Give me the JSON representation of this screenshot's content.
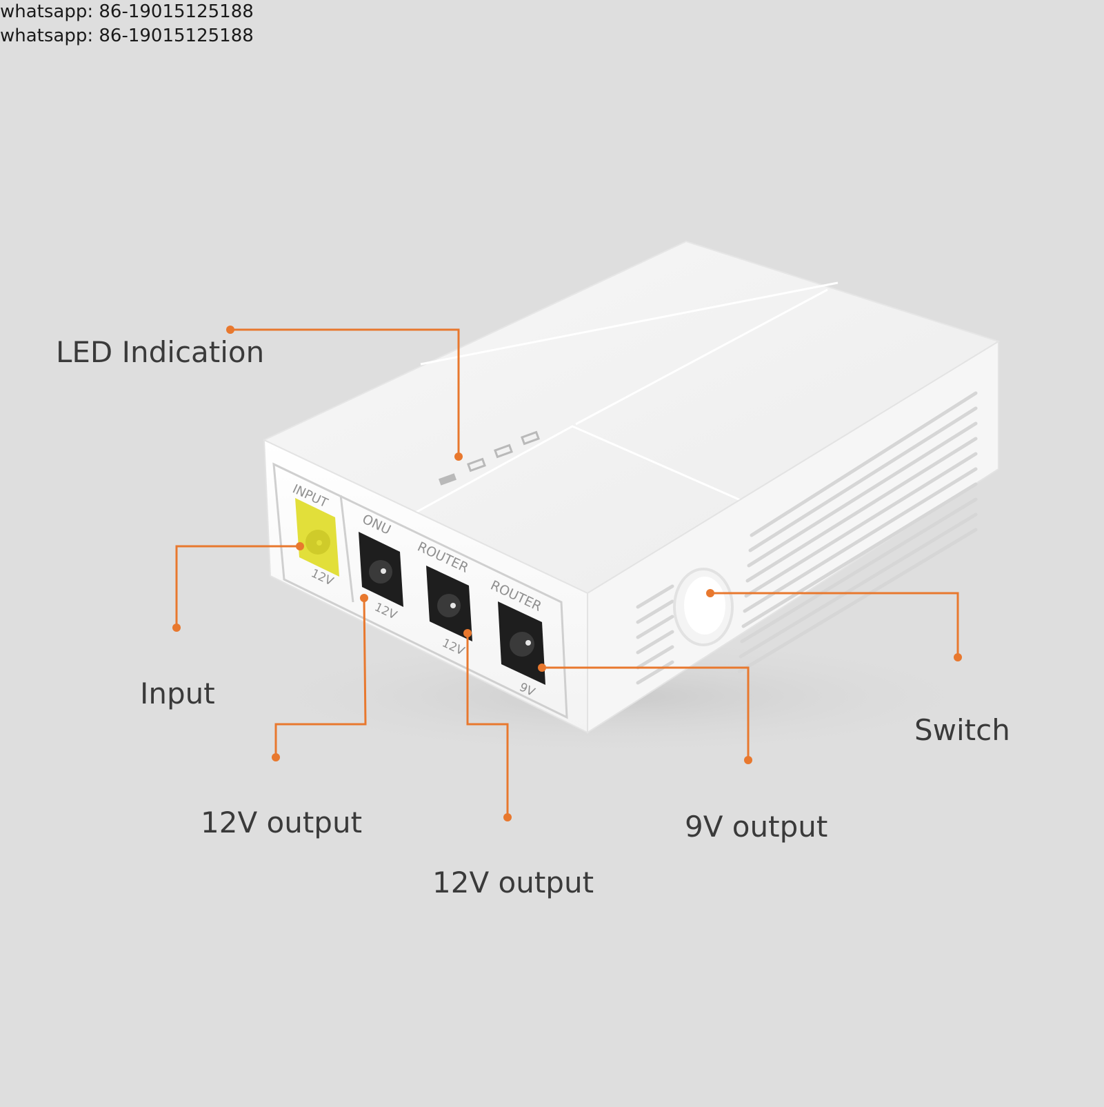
{
  "watermark": {
    "line1": "whatsapp: 86-19015125188",
    "line2": "whatsapp: 86-19015125188"
  },
  "callouts": {
    "led": "LED Indication",
    "input": "Input",
    "out12_a": "12V output",
    "out12_b": "12V output",
    "out9": "9V output",
    "switch": "Switch"
  },
  "ports": {
    "input_title": "INPUT",
    "input_volt": "12V",
    "onu_title": "ONU",
    "onu_volt": "12V",
    "router1_title": "ROUTER",
    "router1_volt": "12V",
    "router2_title": "ROUTER",
    "router2_volt": "9V"
  },
  "colors": {
    "background": "#dedede",
    "leader": "#e8782e",
    "label_text": "#3a3a3a",
    "input_port": "#e2df3a",
    "device_body": "#ffffff"
  }
}
